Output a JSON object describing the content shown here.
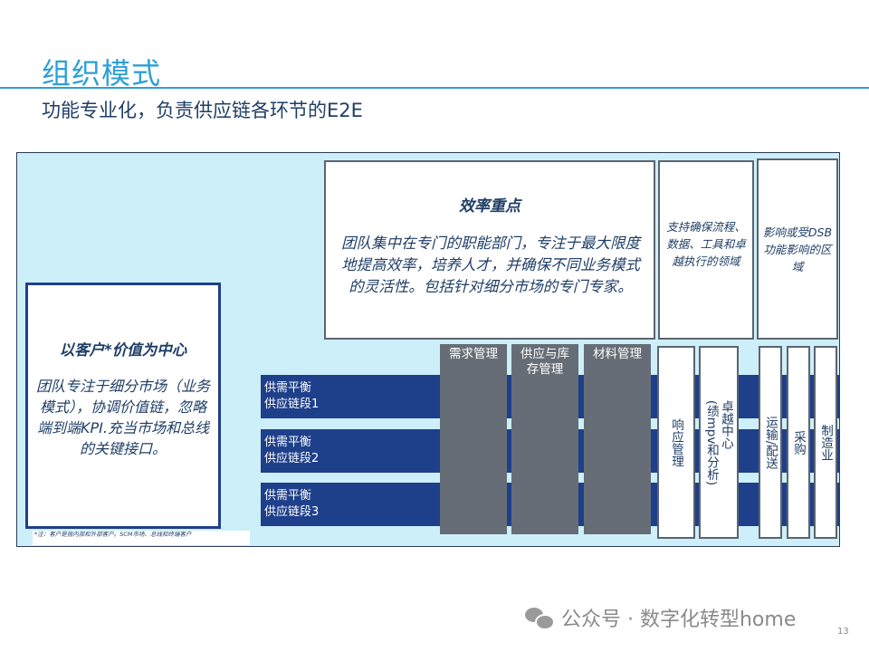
{
  "slide": {
    "title": "组织模式",
    "subtitle": "功能专业化，负责供应链各环节的E2E",
    "page_number": "13"
  },
  "efficiency": {
    "title": "效率重点",
    "body": "团队集中在专门的职能部门，专注于最大限度地提高效率，培养人才，并确保不同业务模式的灵活性。包括针对细分市场的专门专家。"
  },
  "support_box": {
    "text": "支持确保流程、数据、工具和卓越执行的领域"
  },
  "dsb_box": {
    "text": "影响或受DSB功能影响的区域"
  },
  "customer": {
    "title": "以客户*价值为中心",
    "body": "团队专注于细分市场（业务模式），协调价值链，忽略端到端KPI.充当市场和总线的关键接口。",
    "note": "*注：客户是指内部和外部客户。SCM市场、总线和终端客户"
  },
  "bands": [
    {
      "label": "供需平衡\n供应链段1"
    },
    {
      "label": "供需平衡\n供应链段2"
    },
    {
      "label": "供需平衡\n供应链段3"
    }
  ],
  "columns": [
    {
      "label": "需求管理"
    },
    {
      "label": "供应与库存管理"
    },
    {
      "label": "材料管理"
    }
  ],
  "vertical_boxes": [
    {
      "label": "响应管理"
    },
    {
      "label": "卓越中心\n(绩mpv和分析)"
    },
    {
      "label": "运输/配送"
    },
    {
      "label": "采购"
    },
    {
      "label": "制造业"
    }
  ],
  "footer": {
    "icon": "wechat-icon",
    "text": "公众号 · 数字化转型home"
  },
  "colors": {
    "title": "#2d9fd6",
    "dark_blue": "#1e3f8a",
    "gray": "#666d76",
    "panel_bg": "#cdeff9"
  }
}
